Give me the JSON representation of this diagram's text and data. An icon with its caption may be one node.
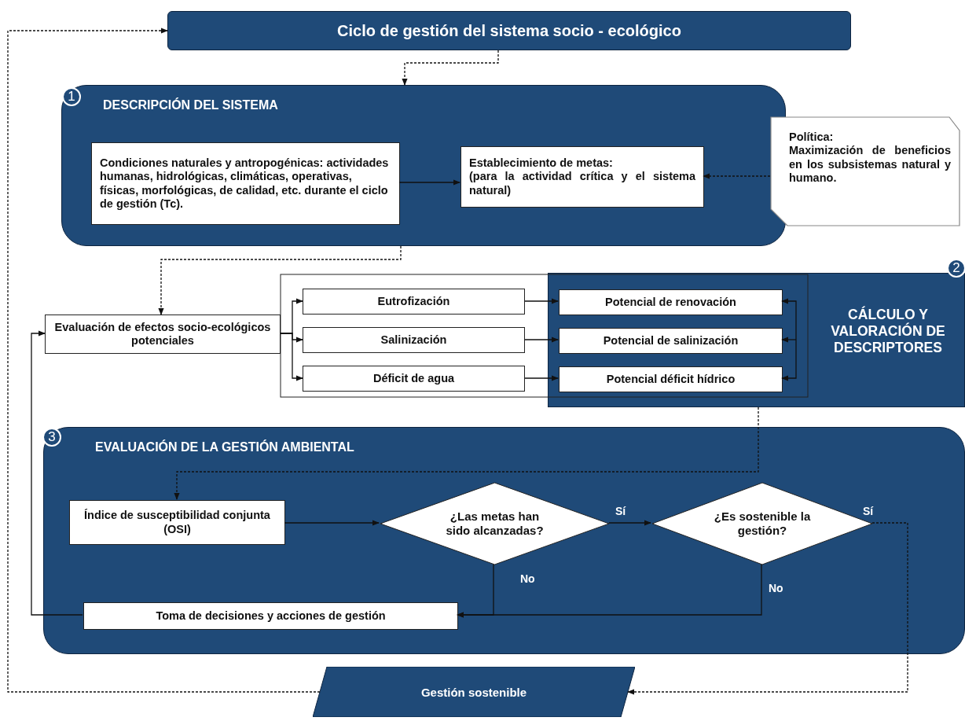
{
  "diagram": {
    "nodes": [
      {
        "text": [
          "Ciclo de gestión del sistema socio - ecológico"
        ]
      },
      {
        "text": [
          "1",
          "DESCRIPCIÓN DEL SISTEMA"
        ]
      },
      {
        "text": [
          "Condiciones naturales y antropogénicas: actividades humanas, hidrológicas, climáticas, operativas, físicas, morfológicas, de calidad, etc. durante el ciclo de gestión (Tc)."
        ],
        "in": 1
      },
      {
        "text": [
          "Establecimiento de metas:",
          "(para la actividad crítica y el sistema natural)"
        ],
        "in": 1
      },
      {
        "text": [
          "Política:",
          "Maximización de beneficios en los subsistemas natural y humano."
        ]
      },
      {
        "text": [
          "Evaluación de efectos socio-ecológicos potenciales"
        ]
      },
      {
        "text": [
          "2",
          "CÁLCULO Y VALORACIÓN DE DESCRIPTORES"
        ]
      },
      {
        "text": [
          "Eutrofización"
        ]
      },
      {
        "text": [
          "Salinización"
        ]
      },
      {
        "text": [
          "Déficit de agua"
        ]
      },
      {
        "text": [
          "Potencial de renovación"
        ],
        "in": 6
      },
      {
        "text": [
          "Potencial de salinización"
        ],
        "in": 6
      },
      {
        "text": [
          "Potencial déficit hídrico"
        ],
        "in": 6
      },
      {
        "text": [
          "3",
          "EVALUACIÓN DE LA GESTIÓN AMBIENTAL"
        ]
      },
      {
        "text": [
          "Índice de susceptibilidad conjunta (OSI)"
        ],
        "in": 13
      },
      {
        "text": [
          "¿Las metas han sido alcanzadas?"
        ],
        "in": 13
      },
      {
        "text": [
          "¿Es sostenible la gestión?"
        ],
        "in": 13
      },
      {
        "text": [
          "Toma de decisiones y acciones de gestión"
        ],
        "in": 13
      },
      {
        "text": [
          "Gestión sostenible"
        ]
      }
    ],
    "edges": [
      {
        "from": 0,
        "to": 1,
        "arrow": "to",
        "style": "dashed"
      },
      {
        "from": 2,
        "to": 3,
        "arrow": "to"
      },
      {
        "from": 4,
        "to": 3,
        "arrow": "to",
        "style": "dashed"
      },
      {
        "from": 1,
        "to": 5,
        "arrow": "to",
        "style": "dashed"
      },
      {
        "from": 5,
        "to": 7,
        "arrow": "to"
      },
      {
        "from": 5,
        "to": 8,
        "arrow": "to"
      },
      {
        "from": 5,
        "to": 9,
        "arrow": "to"
      },
      {
        "from": 7,
        "to": 10,
        "arrow": "to"
      },
      {
        "from": 8,
        "to": 11,
        "arrow": "to"
      },
      {
        "from": 9,
        "to": 12,
        "arrow": "to"
      },
      {
        "from": null,
        "to": 10,
        "arrow": "to"
      },
      {
        "from": null,
        "to": 11,
        "arrow": "to"
      },
      {
        "from": null,
        "to": 12,
        "arrow": "to"
      },
      {
        "from": 6,
        "to": 14,
        "arrow": "to",
        "style": "dashed"
      },
      {
        "from": 14,
        "to": 15,
        "arrow": "to"
      },
      {
        "from": 15,
        "to": 16,
        "arrow": "to",
        "label": "Sí"
      },
      {
        "from": 15,
        "to": 17,
        "arrow": "to",
        "label": "No"
      },
      {
        "from": 16,
        "to": 17,
        "arrow": "to",
        "label": "No"
      },
      {
        "from": 16,
        "to": 18,
        "arrow": "to",
        "label": "Sí",
        "style": "dashed"
      },
      {
        "from": 17,
        "to": 5,
        "arrow": "to"
      },
      {
        "from": 18,
        "to": 0,
        "arrow": "to",
        "style": "dashed"
      }
    ]
  }
}
